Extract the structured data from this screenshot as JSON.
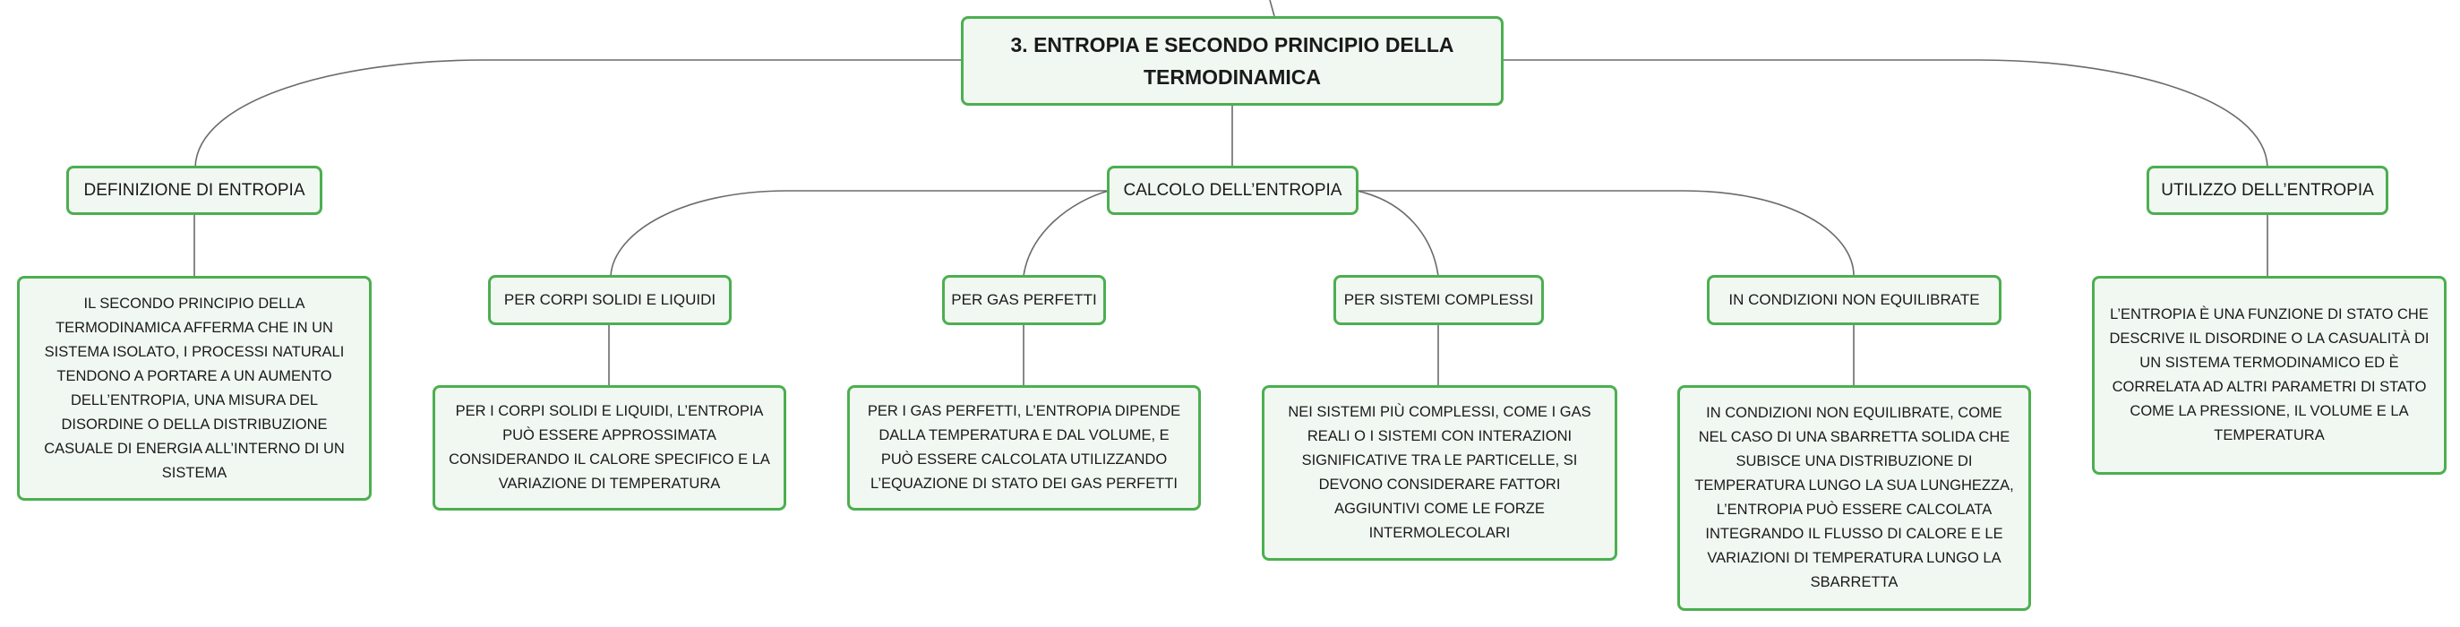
{
  "root": {
    "title": "3. ENTROPIA E SECONDO PRINCIPIO DELLA TERMODINAMICA"
  },
  "topics": {
    "definizione": {
      "label": "DEFINIZIONE DI ENTROPIA",
      "detail": "IL SECONDO PRINCIPIO DELLA TERMODINAMICA AFFERMA CHE IN UN SISTEMA ISOLATO, I PROCESSI NATURALI TENDONO A PORTARE A UN AUMENTO DELL’ENTROPIA, UNA MISURA DEL DISORDINE O DELLA DISTRIBUZIONE CASUALE DI ENERGIA ALL’INTERNO DI UN SISTEMA"
    },
    "calcolo": {
      "label": "CALCOLO DELL’ENTROPIA",
      "subtopics": [
        {
          "label": "PER CORPI SOLIDI E LIQUIDI",
          "detail": "PER I CORPI SOLIDI E LIQUIDI, L’ENTROPIA PUÒ ESSERE APPROSSIMATA CONSIDERANDO IL CALORE SPECIFICO E LA VARIAZIONE DI TEMPERATURA"
        },
        {
          "label": "PER GAS PERFETTI",
          "detail": "PER I GAS PERFETTI, L’ENTROPIA DIPENDE DALLA TEMPERATURA E DAL VOLUME, E PUÒ ESSERE CALCOLATA UTILIZZANDO L’EQUAZIONE DI STATO DEI GAS PERFETTI"
        },
        {
          "label": "PER SISTEMI COMPLESSI",
          "detail": "NEI SISTEMI PIÙ COMPLESSI, COME I GAS REALI O I SISTEMI CON INTERAZIONI SIGNIFICATIVE TRA LE PARTICELLE, SI DEVONO CONSIDERARE FATTORI AGGIUNTIVI COME LE FORZE INTERMOLECOLARI"
        },
        {
          "label": "IN CONDIZIONI NON EQUILIBRATE",
          "detail": "IN CONDIZIONI NON EQUILIBRATE, COME NEL CASO DI UNA SBARRETTA SOLIDA CHE SUBISCE UNA DISTRIBUZIONE DI TEMPERATURA LUNGO LA SUA LUNGHEZZA, L’ENTROPIA PUÒ ESSERE CALCOLATA INTEGRANDO IL FLUSSO DI CALORE E LE VARIAZIONI DI TEMPERATURA LUNGO LA SBARRETTA"
        }
      ]
    },
    "utilizzo": {
      "label": "UTILIZZO DELL’ENTROPIA",
      "detail": "L’ENTROPIA È UNA FUNZIONE DI STATO CHE DESCRIVE IL DISORDINE O LA CASUALITÀ DI UN SISTEMA TERMODINAMICO ED È CORRELATA AD ALTRI PARAMETRI DI STATO COME LA PRESSIONE, IL VOLUME E LA TEMPERATURA"
    }
  },
  "colors": {
    "border": "#4caf50",
    "fill": "#f1f8f2",
    "connector": "#6b6b6b"
  }
}
